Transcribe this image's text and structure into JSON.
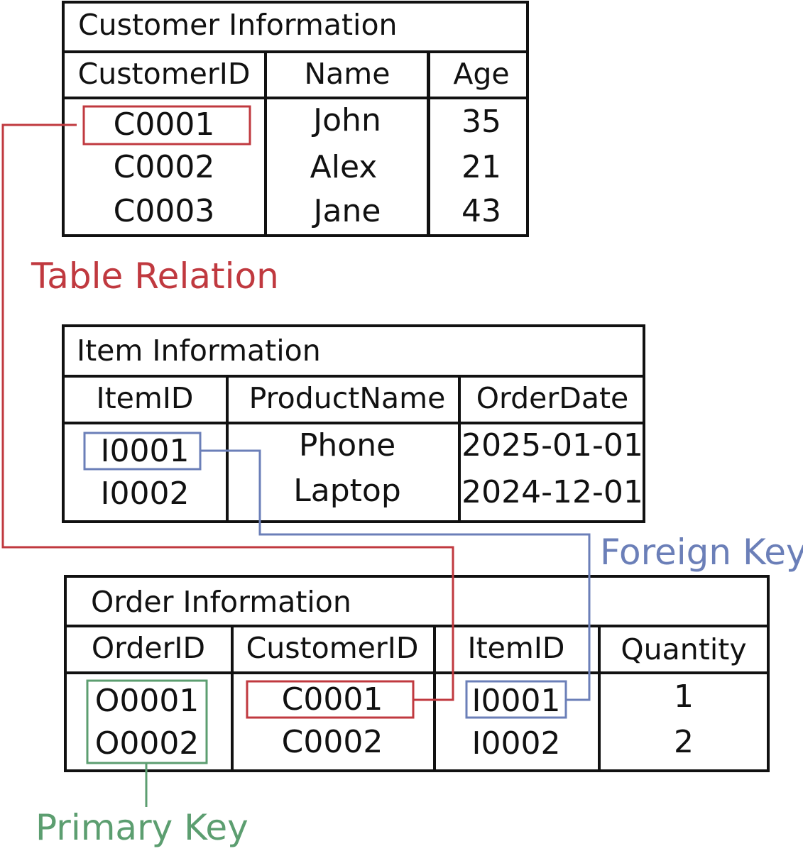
{
  "customer_table": {
    "title": "Customer Information",
    "columns": [
      "CustomerID",
      "Name",
      "Age"
    ],
    "rows": [
      [
        "C0001",
        "John",
        "35"
      ],
      [
        "C0002",
        "Alex",
        "21"
      ],
      [
        "C0003",
        "Jane",
        "43"
      ]
    ]
  },
  "item_table": {
    "title": "Item Information",
    "columns": [
      "ItemID",
      "ProductName",
      "OrderDate"
    ],
    "rows": [
      [
        "I0001",
        "Phone",
        "2025-01-01"
      ],
      [
        "I0002",
        "Laptop",
        "2024-12-01"
      ]
    ]
  },
  "order_table": {
    "title": "Order Information",
    "columns": [
      "OrderID",
      "CustomerID",
      "ItemID",
      "Quantity"
    ],
    "rows": [
      [
        "O0001",
        "C0001",
        "I0001",
        "1"
      ],
      [
        "O0002",
        "C0002",
        "I0002",
        "2"
      ]
    ]
  },
  "labels": {
    "table_relation": "Table Relation",
    "foreign_key": "Foreign Key",
    "primary_key": "Primary Key"
  },
  "colors": {
    "table_relation": "#c0393f",
    "foreign_key": "#6b7fb8",
    "primary_key": "#5c9e70",
    "border": "#111111"
  }
}
